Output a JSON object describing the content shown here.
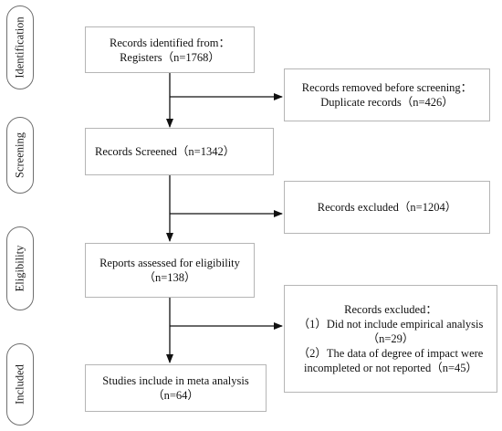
{
  "phases": {
    "identification": "Identification",
    "screening": "Screening",
    "eligibility": "Eligibility",
    "included": "Included"
  },
  "boxes": {
    "identified": {
      "line1": "Records identified from：",
      "line2": "Registers（n=1768）"
    },
    "removed": {
      "line1": "Records removed before screening：",
      "line2": "Duplicate records（n=426）"
    },
    "screened": {
      "line1": "Records Screened（n=1342）"
    },
    "excluded_1": {
      "line1": "Records excluded（n=1204）"
    },
    "assessed": {
      "line1": "Reports assessed for eligibility",
      "line2": "（n=138）"
    },
    "excluded_2": {
      "line1": "Records excluded：",
      "line2": "（1）Did not include empirical analysis",
      "line3": "（n=29）",
      "line4": "（2）The data of degree of impact were",
      "line5": "incompleted or not reported（n=45）"
    },
    "included": {
      "line1": "Studies include in meta analysis",
      "line2": "（n=64）"
    }
  },
  "colors": {
    "line": "#111111",
    "box_border": "#b5b5b5",
    "phase_border": "#6f6f6f"
  }
}
